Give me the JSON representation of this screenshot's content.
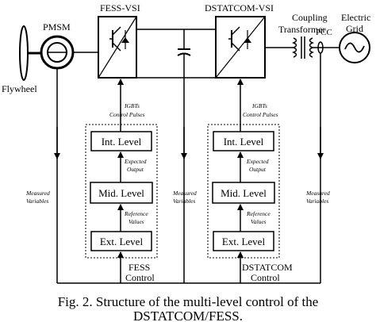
{
  "labels": {
    "pmsm": "PMSM",
    "flywheel": "Flywheel",
    "fess_vsi": "FESS-VSI",
    "dstatcom_vsi": "DSTATCOM-VSI",
    "coupling_line1": "Coupling",
    "coupling_line2": "Transformer",
    "pcc": "PCC",
    "electric_line1": "Electric",
    "electric_line2": "Grid",
    "measured_left_1": "Measured",
    "measured_left_2": "Variables",
    "measured_mid_1": "Measured",
    "measured_mid_2": "Variables",
    "measured_right_1": "Measured",
    "measured_right_2": "Variables"
  },
  "fess_control": {
    "igbts_line1": "IGBTs",
    "igbts_line2": "Control Pulses",
    "int_level": "Int. Level",
    "expected_line1": "Expected",
    "expected_line2": "Output",
    "mid_level": "Mid. Level",
    "reference_line1": "Reference",
    "reference_line2": "Values",
    "ext_level": "Ext. Level",
    "title_line1": "FESS",
    "title_line2": "Control"
  },
  "dstatcom_control": {
    "igbts_line1": "IGBTs",
    "igbts_line2": "Control Pulses",
    "int_level": "Int. Level",
    "expected_line1": "Expected",
    "expected_line2": "Output",
    "mid_level": "Mid. Level",
    "reference_line1": "Reference",
    "reference_line2": "Values",
    "ext_level": "Ext. Level",
    "title_line1": "DSTATCOM",
    "title_line2": "Control"
  },
  "caption": {
    "line1": "Fig. 2.  Structure of the multi-level control of the",
    "line2": "DSTATCOM/FESS."
  }
}
